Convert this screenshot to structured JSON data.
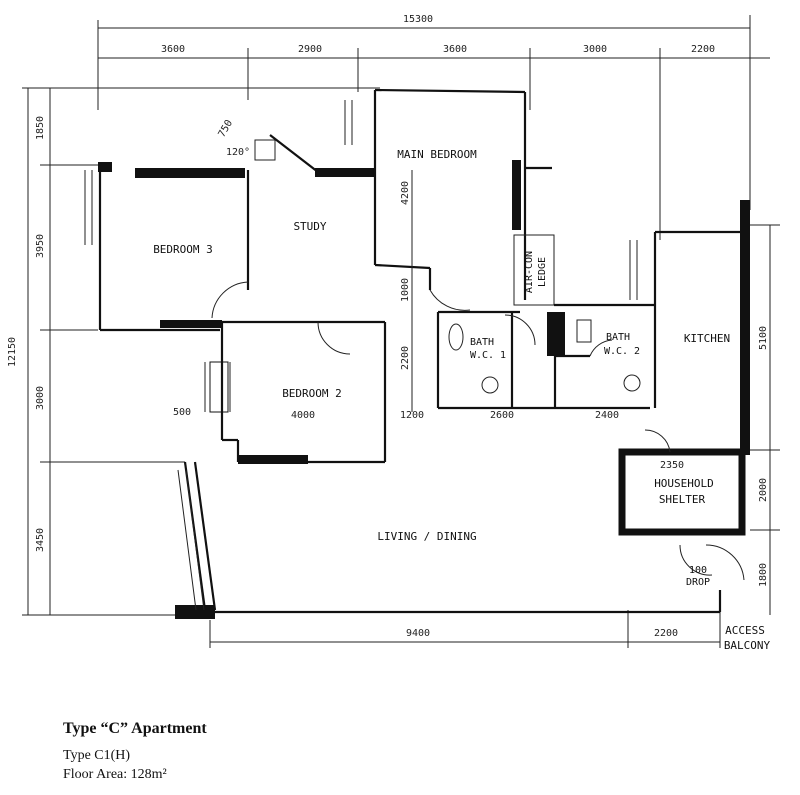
{
  "plan": {
    "rooms": {
      "bedroom3": "BEDROOM 3",
      "study": "STUDY",
      "main_bedroom": "MAIN BEDROOM",
      "bedroom2": "BEDROOM 2",
      "bath1_a": "BATH",
      "bath1_b": "W.C. 1",
      "bath2_a": "BATH",
      "bath2_b": "W.C. 2",
      "kitchen": "KITCHEN",
      "aircon_a": "AIR-CON",
      "aircon_b": "LEDGE",
      "shelter_a": "HOUSEHOLD",
      "shelter_b": "SHELTER",
      "living": "LIVING / DINING",
      "drop_a": "100",
      "drop_b": "DROP",
      "access_a": "ACCESS",
      "access_b": "BALCONY"
    },
    "dims": {
      "total_width": "15300",
      "top_1": "3600",
      "top_2": "2900",
      "top_3": "3600",
      "top_4": "3000",
      "top_5": "2200",
      "left_total": "12150",
      "left_1": "1850",
      "left_2": "3950",
      "left_3": "3000",
      "left_4": "3450",
      "right_1": "5100",
      "right_2": "2000",
      "right_3": "1800",
      "bottom_1": "9400",
      "bottom_2": "2200",
      "mb_depth": "4200",
      "d_1000": "1000",
      "d_2200": "2200",
      "d_1200": "1200",
      "d_2600": "2600",
      "d_2400": "2400",
      "d_4000": "4000",
      "d_500": "500",
      "d_2350": "2350",
      "d_750": "750",
      "d_120": "120°"
    }
  },
  "caption": {
    "title": "Type “C” Apartment",
    "type": "Type C1(H)",
    "area": "Floor Area: 128m²"
  }
}
